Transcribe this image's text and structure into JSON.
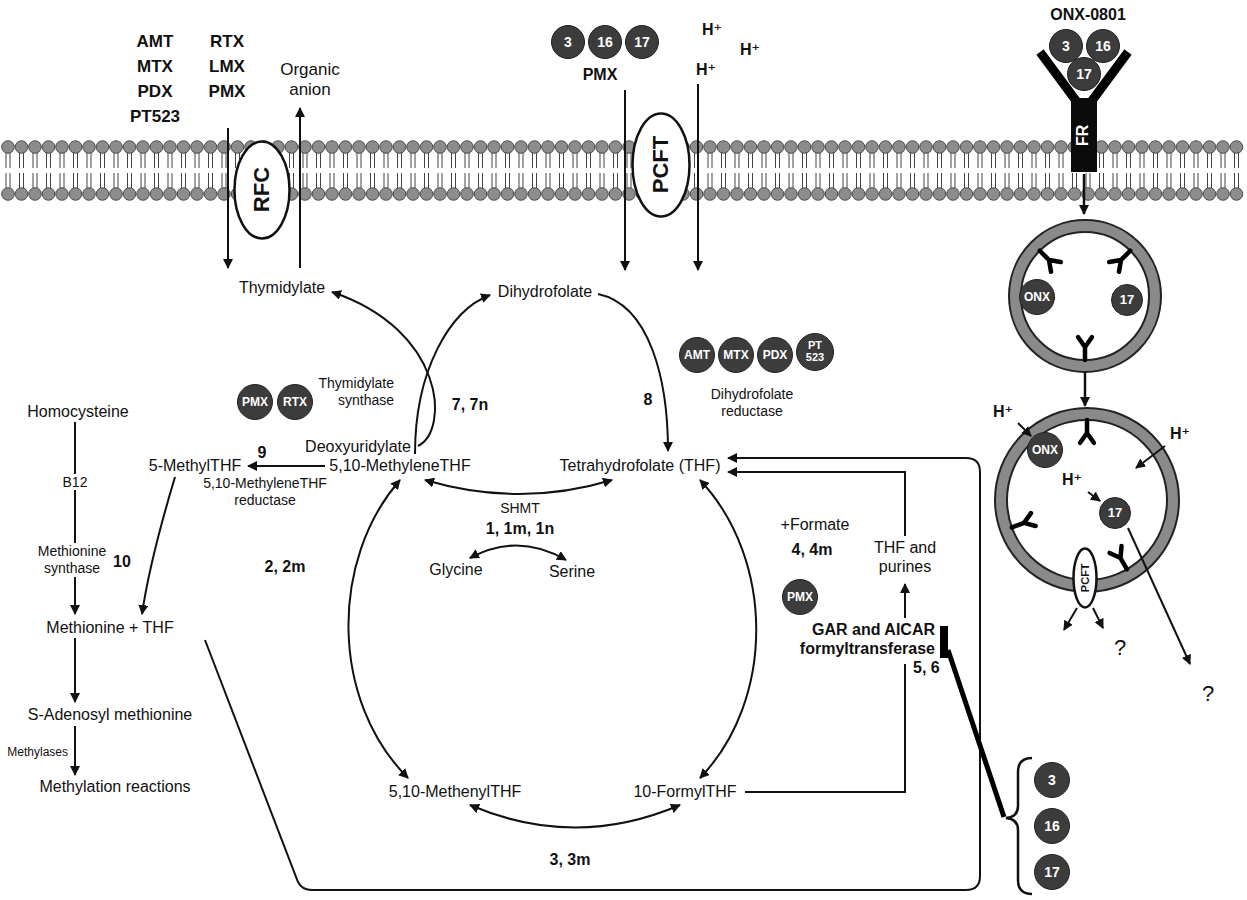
{
  "diagram": {
    "nodes": [
      {
        "text": [
          "3"
        ]
      },
      {
        "text": [
          "16"
        ]
      },
      {
        "text": [
          "17"
        ]
      },
      {
        "text": [
          "3"
        ]
      },
      {
        "text": [
          "16"
        ]
      },
      {
        "text": [
          "17"
        ]
      },
      {
        "text": [
          "RFC"
        ]
      },
      {
        "text": [
          "PCFT"
        ]
      },
      {
        "text": [
          "FR"
        ]
      },
      {
        "text": [
          "ONX"
        ]
      },
      {
        "text": [
          "17"
        ]
      },
      {
        "text": [
          "PMX"
        ]
      },
      {
        "text": [
          "RTX"
        ]
      },
      {
        "text": [
          "AMT"
        ]
      },
      {
        "text": [
          "MTX"
        ]
      },
      {
        "text": [
          "PDX"
        ]
      },
      {
        "text": [
          "PT 523"
        ]
      },
      {
        "text": [
          "ONX"
        ]
      },
      {
        "text": [
          "17"
        ]
      },
      {
        "text": [
          "PCFT"
        ]
      },
      {
        "text": [
          "PMX"
        ]
      },
      {
        "text": [
          "3"
        ]
      },
      {
        "text": [
          "16"
        ]
      },
      {
        "text": [
          "17"
        ]
      }
    ],
    "labels": [
      "AMT",
      "MTX",
      "PDX",
      "PT523",
      "RTX",
      "LMX",
      "PMX",
      "Organic anion",
      "ONX-0801",
      "H⁺",
      "H⁺",
      "PMX",
      "H⁺",
      "Thymidylate",
      "Dihydrofolate",
      "Thymidylate synthase",
      "7, 7n",
      "8",
      "Dihydrofolate reductase",
      "Homocysteine",
      "Deoxyuridylate",
      "5-MethylTHF",
      "9",
      "5,10-MethyleneTHF",
      "Tetrahydrofolate (THF)",
      "5,10-MethyleneTHF reductase",
      "B12",
      "SHMT",
      "1, 1m, 1n",
      "+Formate",
      "4, 4m",
      "Methionine synthase",
      "10",
      "2, 2m",
      "Glycine",
      "Serine",
      "THF and purines",
      "Methionine + THF",
      "GAR and AICAR formyltransferase",
      "5, 6",
      "S-Adenosyl methionine",
      "Methylases",
      "Methylation reactions",
      "5,10-MethenylTHF",
      "10-FormylTHF",
      "3, 3m",
      "?",
      "?",
      "H⁺",
      "H⁺",
      "H⁺"
    ]
  }
}
